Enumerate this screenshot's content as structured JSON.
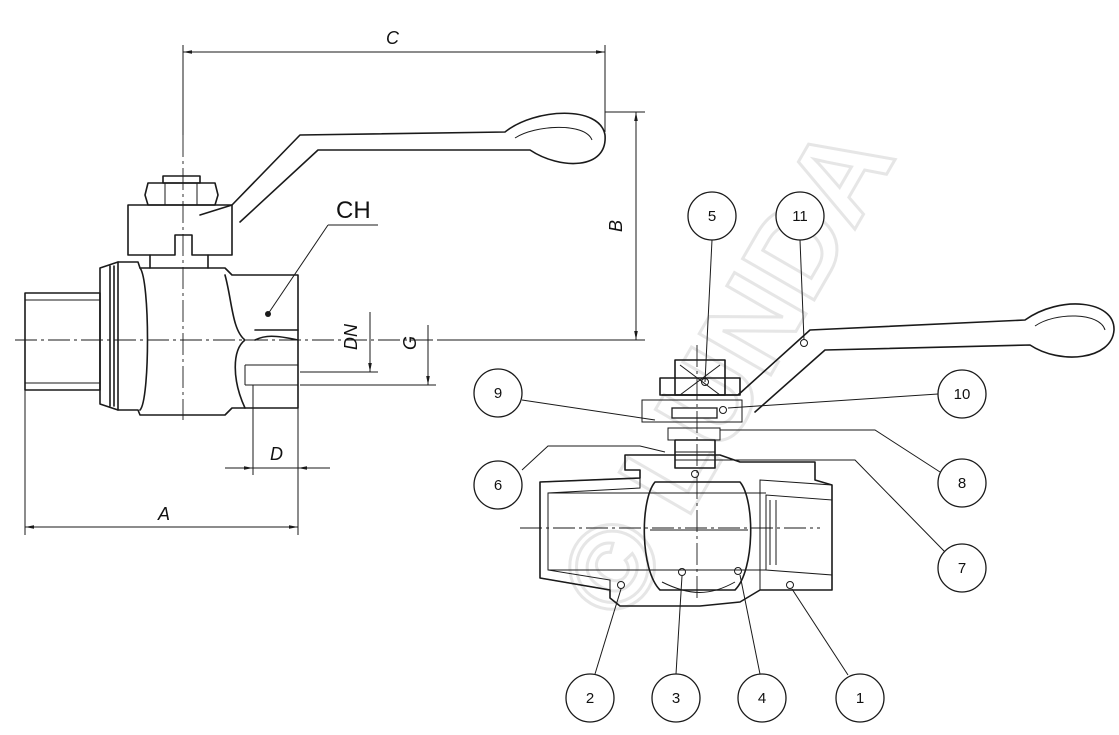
{
  "watermark": "© LUNDA",
  "dimensions": {
    "A": "A",
    "B": "B",
    "C": "C",
    "D": "D",
    "DN": "DN",
    "G": "G",
    "CH": "CH"
  },
  "part_numbers": [
    "1",
    "2",
    "3",
    "4",
    "5",
    "6",
    "7",
    "8",
    "9",
    "10",
    "11"
  ]
}
